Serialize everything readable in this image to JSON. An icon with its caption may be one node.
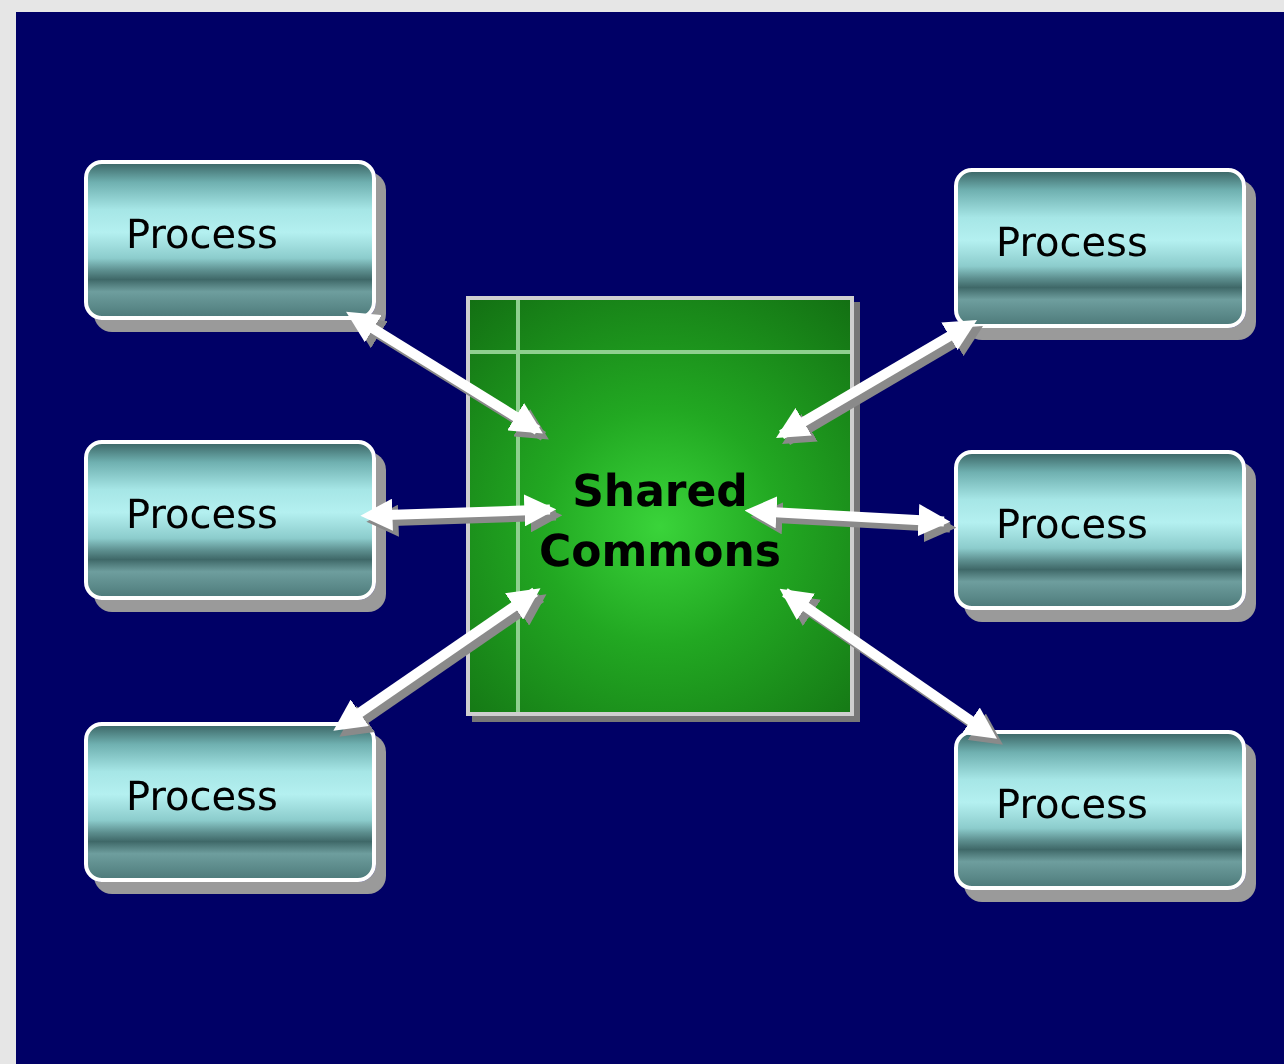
{
  "diagram": {
    "nodes": [
      {
        "text": [
          "Process"
        ]
      },
      {
        "text": [
          "Process"
        ]
      },
      {
        "text": [
          "Shared Commons"
        ]
      },
      {
        "text": [
          "Process"
        ]
      },
      {
        "text": [
          "Process"
        ]
      },
      {
        "text": [
          "Process"
        ]
      },
      {
        "text": [
          "Process"
        ]
      }
    ],
    "edges": [
      {
        "from": 0,
        "to": 2,
        "arrow": "both"
      },
      {
        "from": 1,
        "to": 2,
        "arrow": "both"
      },
      {
        "from": 3,
        "to": 2,
        "arrow": "both"
      },
      {
        "from": 2,
        "to": 4,
        "arrow": "both"
      },
      {
        "from": 5,
        "to": 2,
        "arrow": "both"
      },
      {
        "from": 6,
        "to": 2,
        "arrow": "both"
      }
    ]
  }
}
